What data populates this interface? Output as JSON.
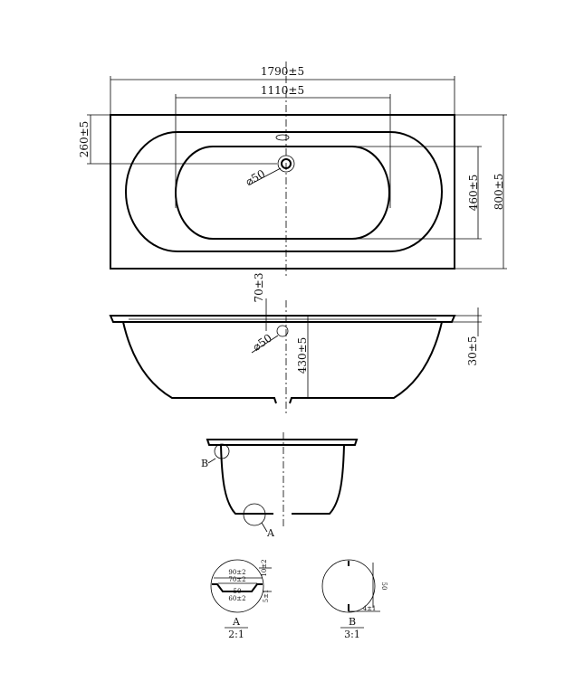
{
  "top_view": {
    "overall_length": "1790±5",
    "inner_length": "1110±5",
    "overall_width": "800±5",
    "inner_width": "460±5",
    "drain_offset": "260±5",
    "drain_diameter": "⌀50"
  },
  "side_view": {
    "rim_height": "70±3",
    "drain_diameter": "⌀50",
    "depth": "430±5",
    "lip": "30±5"
  },
  "end_view": {
    "label_a": "A",
    "label_b": "B"
  },
  "detail_a": {
    "dim_90": "90±2",
    "dim_70": "70±2",
    "dim_50": "50",
    "dim_60": "60±2",
    "dim_10": "10±2",
    "dim_5": "5±1",
    "title": "A",
    "scale": "2:1"
  },
  "detail_b": {
    "dim_50": "50",
    "dim_4": "4±1",
    "title": "B",
    "scale": "3:1"
  }
}
